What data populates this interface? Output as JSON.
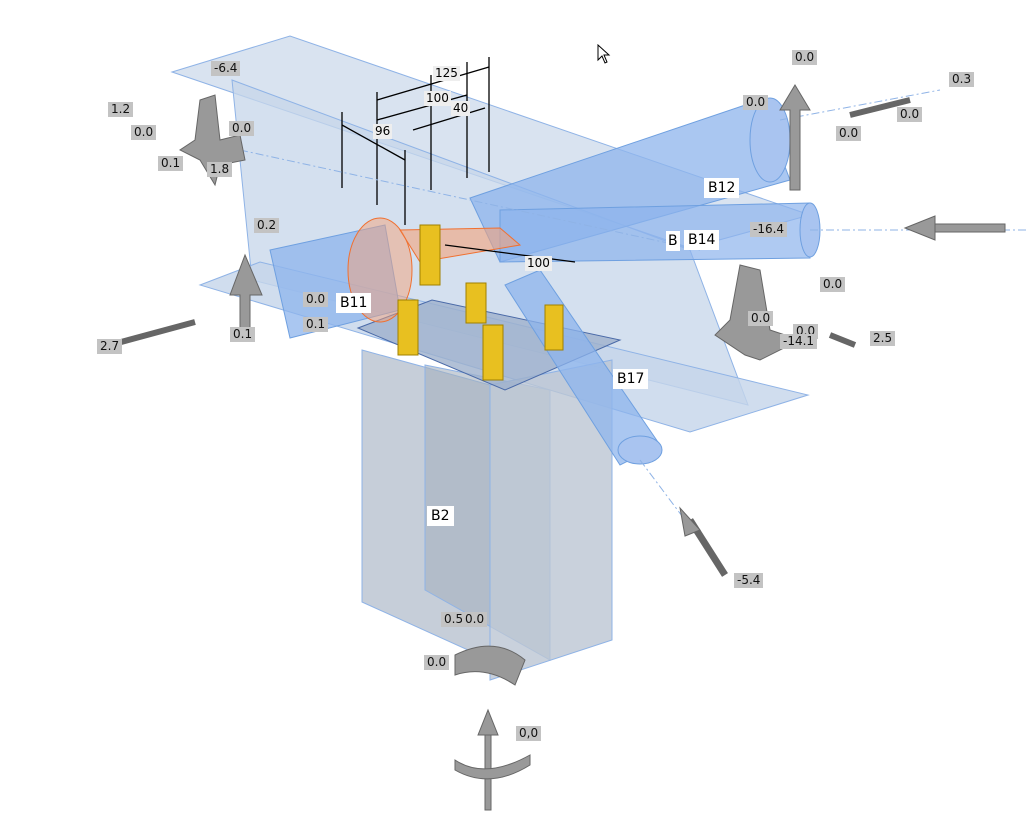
{
  "members": {
    "b11": "B11",
    "b12": "B12",
    "b14": "B14",
    "b14_hidden": "B",
    "b17": "B17",
    "b2": "B2"
  },
  "dimensions": {
    "d125": "125",
    "d100a": "100",
    "d40": "40",
    "d96": "96",
    "d100b": "100"
  },
  "force_values": {
    "top_beam_left": "-6.4",
    "left_upper_1": "1.2",
    "left_upper_2": "0.0",
    "left_upper_3": "0.0",
    "left_upper_4": "0.1",
    "left_upper_5": "1.8",
    "left_lower_1": "0.2",
    "left_lower_2": "0.0",
    "left_lower_3": "0.1",
    "left_lower_4": "0.1",
    "left_lower_5": "2.7",
    "b12_1": "0.0",
    "b12_2": "0.3",
    "b12_3": "0.0",
    "b12_4": "0.0",
    "b12_5": "0.0",
    "b14_axial": "-16.4",
    "right_lower_1": "0.0",
    "right_lower_2": "0.0",
    "right_lower_3": "0.0",
    "right_lower_4": "-14.1",
    "right_lower_5": "2.5",
    "b17_axial": "-5.4",
    "bottom_1": "0.5",
    "bottom_2": "0.0",
    "bottom_3": "0.0",
    "bottom_4": "0,0"
  },
  "colors": {
    "member": "#a9c4e8",
    "edge": "#6fa0e0",
    "selected": "#f07030",
    "bolt": "#e8c020",
    "arrow": "#9a9a9a"
  }
}
